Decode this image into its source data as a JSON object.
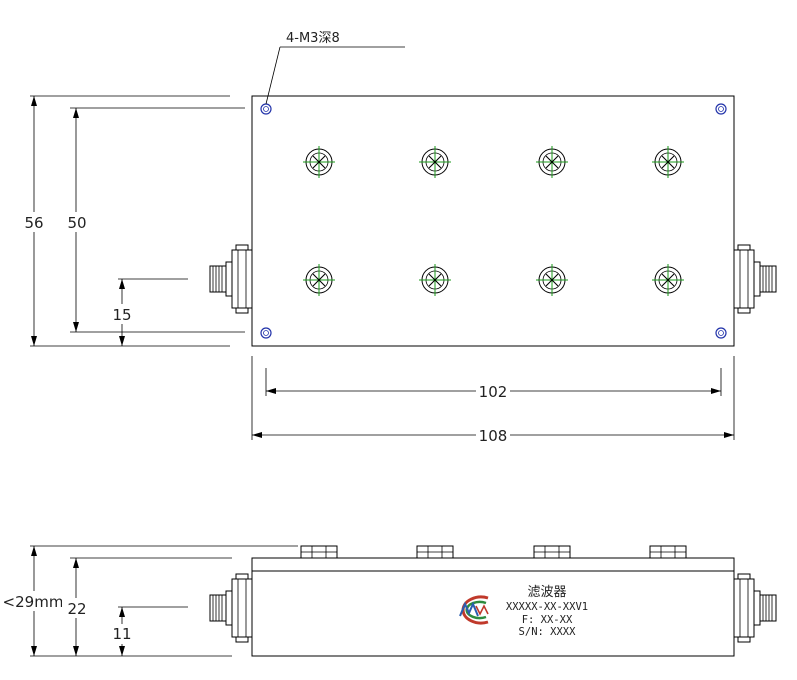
{
  "top_view": {
    "hole_note": "4-M3深8",
    "dims": {
      "overall_height": "56",
      "hole_height": "50",
      "port_height": "15",
      "hole_width": "102",
      "overall_width": "108"
    }
  },
  "side_view": {
    "dims": {
      "overall_height": "<29mm",
      "body_height": "22",
      "port_height": "11"
    },
    "nameplate": {
      "title": "滤波器",
      "model": "XXXXX-XX-XXV1",
      "freq": "F: XX-XX",
      "serial": "S/N: XXXX"
    },
    "logo": {
      "icon": "mw-logo-icon",
      "colors": [
        "#c0392b",
        "#2e8b3e",
        "#2a5db0"
      ]
    }
  },
  "colors": {
    "hole": "#2233aa",
    "tuning_center": "#1a9a1a",
    "outline": "#000000"
  }
}
